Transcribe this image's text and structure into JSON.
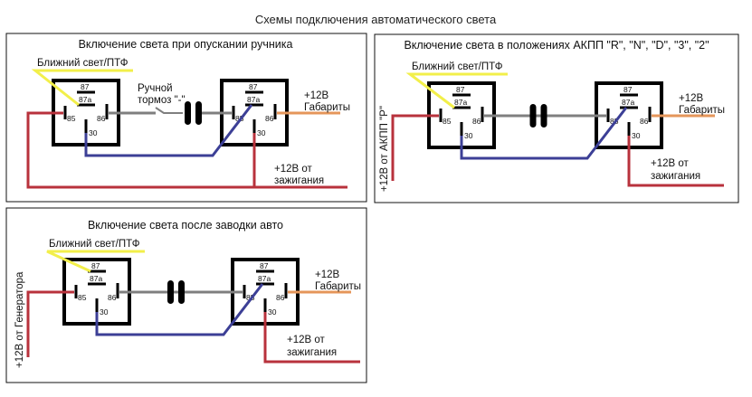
{
  "title": "Схемы подключения автоматического света",
  "colors": {
    "relay": "#000000",
    "yellow": "#f2ef4a",
    "red": "#b8323c",
    "blue": "#3c3f96",
    "gray": "#7f7f7f",
    "orange": "#e5965a",
    "border": "#111111"
  },
  "pins": {
    "p87": "87",
    "p87a": "87a",
    "p85": "85",
    "p86": "86",
    "p30": "30"
  },
  "panels": [
    {
      "id": "handbrake",
      "title": "Включение света при опускании ручника",
      "low_beam_label": "Ближний свет/ПТФ",
      "low_beam_pin": "87a",
      "switch_label_1": "Ручной",
      "switch_label_2": "тормоз \"-\"",
      "side_lights_label_1": "+12В",
      "side_lights_label_2": "Габариты",
      "ignition_label_1": "+12В от",
      "ignition_label_2": "зажигания",
      "source_label": ""
    },
    {
      "id": "automatic",
      "title": "Включение света в положениях АКПП \"R\", \"N\", \"D\", \"3\", \"2\"",
      "low_beam_label": "Ближний свет/ПТФ",
      "low_beam_pin": "87a",
      "switch_label_1": "",
      "switch_label_2": "",
      "side_lights_label_1": "+12В",
      "side_lights_label_2": "Габариты",
      "ignition_label_1": "+12В от",
      "ignition_label_2": "зажигания",
      "source_label": "+12В от АКПП \"P\""
    },
    {
      "id": "engine-start",
      "title": "Включение света после заводки авто",
      "low_beam_label": "Ближний свет/ПТФ",
      "low_beam_pin": "87",
      "switch_label_1": "",
      "switch_label_2": "",
      "side_lights_label_1": "+12В",
      "side_lights_label_2": "Габариты",
      "ignition_label_1": "+12В от",
      "ignition_label_2": "зажигания",
      "source_label": "+12В от Генератора"
    }
  ]
}
